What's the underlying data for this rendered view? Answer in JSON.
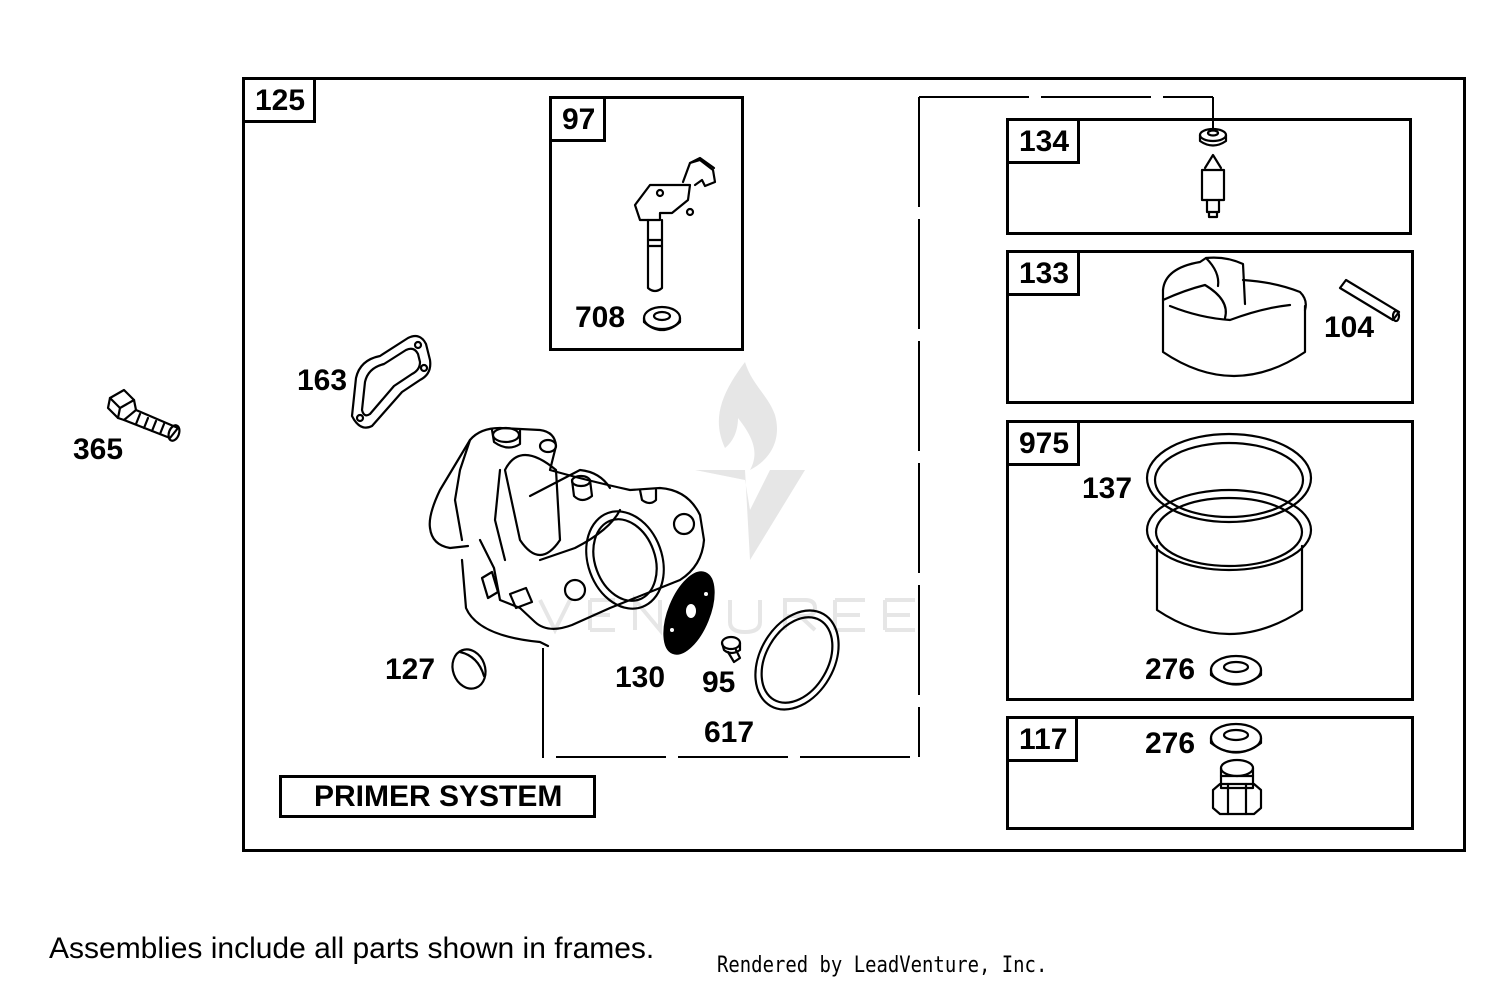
{
  "frames": {
    "main": "125",
    "choke": "97",
    "needle": "134",
    "float": "133",
    "bowl": "975",
    "plug": "117"
  },
  "callouts": {
    "c365": "365",
    "c163": "163",
    "c708": "708",
    "c104": "104",
    "c137": "137",
    "c127": "127",
    "c130": "130",
    "c95": "95",
    "c617": "617",
    "c276a": "276",
    "c276b": "276"
  },
  "primer_label": "PRIMER SYSTEM",
  "footnote": "Assemblies include all parts shown in frames.",
  "credit": "Rendered by LeadVenture, Inc.",
  "watermark_icon": "flame-v-logo-icon",
  "colors": {
    "line": "#000000",
    "watermark": "#e6e6e6"
  }
}
